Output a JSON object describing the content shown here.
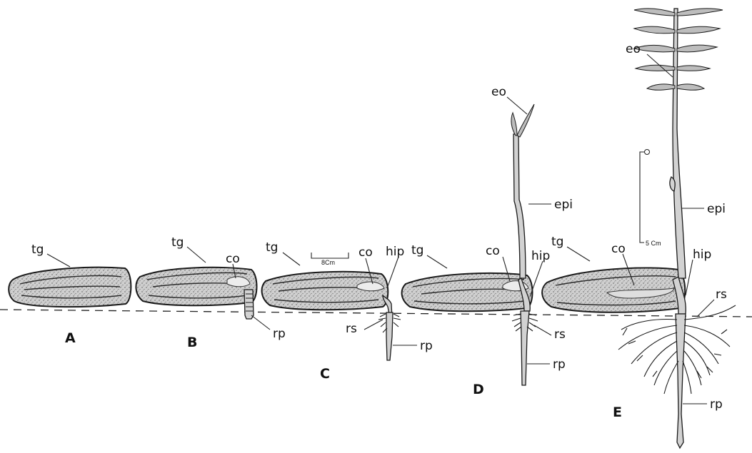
{
  "labels": {
    "tg": "tg",
    "co": "co",
    "rp": "rp",
    "rs": "rs",
    "hip": "hip",
    "epi": "epi",
    "eo": "eo"
  },
  "stages": [
    "A",
    "B",
    "C",
    "D",
    "E"
  ],
  "scale_bars": {
    "small": "8Cm",
    "large": "5 Cm"
  }
}
